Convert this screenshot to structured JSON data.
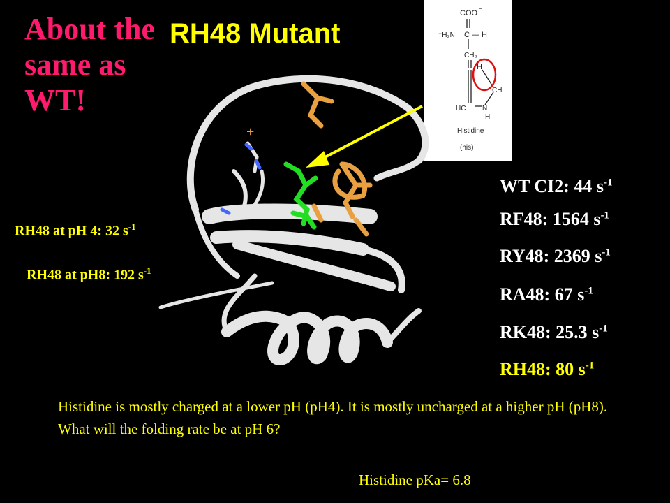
{
  "about_text": "About the same as WT!",
  "title": "RH48 Mutant",
  "structure": {
    "coo": "COO",
    "coo_charge": "−",
    "h3n": "⁺H₃N",
    "ca_h": "C — H",
    "ch2": "CH₂",
    "nh": "H",
    "n_charge": "+",
    "ch": "CH",
    "hc": "HC",
    "n": "N",
    "h": "H",
    "name": "Histidine",
    "abbr": "(his)"
  },
  "protein_plus": "+",
  "rates": [
    {
      "label": "WT CI2: 44 s",
      "sup": "-1"
    },
    {
      "label": "RF48: 1564 s",
      "sup": "-1"
    },
    {
      "label": "RY48: 2369 s",
      "sup": "-1"
    },
    {
      "label": "RA48: 67 s",
      "sup": "-1"
    },
    {
      "label": "RK48: 25.3 s",
      "sup": "-1"
    },
    {
      "label": "RH48: 80 s",
      "sup": "-1"
    }
  ],
  "ph_rates": [
    {
      "label": "RH48 at pH 4: 32 s",
      "sup": "-1"
    },
    {
      "label": "RH48 at pH8: 192 s",
      "sup": "-1"
    }
  ],
  "paragraph": "Histidine is mostly charged at a lower pH (pH4).  It is mostly uncharged at a higher pH (pH8).  What will the folding rate be at pH 6?",
  "pka": "Histidine pKa= 6.8",
  "colors": {
    "pink": "#ff1a6e",
    "yellow": "#ffff00",
    "green": "#22dd22",
    "orange": "#e8a040",
    "ribbon": "#e6e6e6"
  }
}
